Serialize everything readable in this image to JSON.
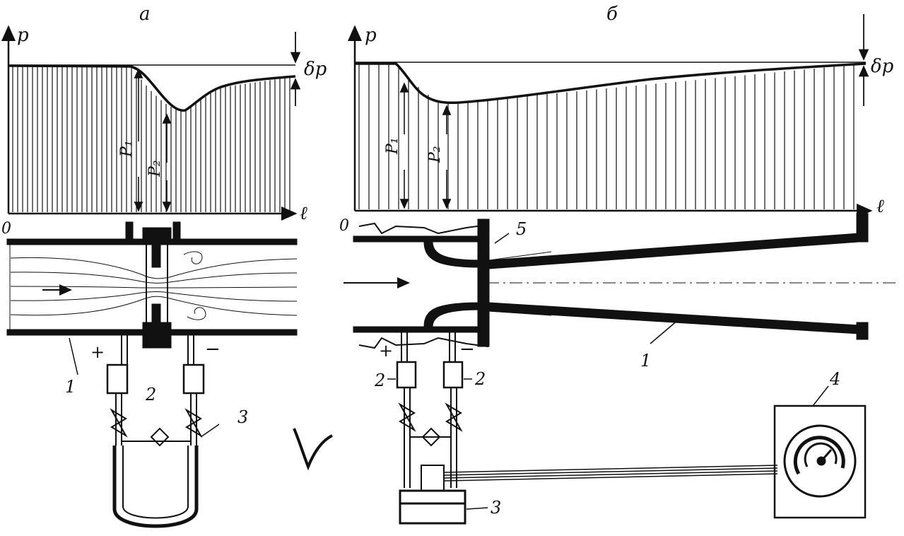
{
  "panels": [
    {
      "id": "a",
      "caption": "а",
      "axis_y": "p",
      "axis_x": "ℓ",
      "origin": "0",
      "dp": "δp",
      "p1": "P₁",
      "p2": "P₂",
      "plus": "+",
      "minus": "−",
      "numbers": [
        "1",
        "2",
        "3"
      ]
    },
    {
      "id": "b",
      "caption": "б",
      "axis_y": "p",
      "axis_x": "ℓ",
      "origin": "0",
      "dp": "δp",
      "p1": "P₁",
      "p2": "P₂",
      "plus": "+",
      "minus": "−",
      "numbers": [
        "5",
        "1",
        "2",
        "2",
        "4",
        "3"
      ]
    }
  ],
  "colors": {
    "ink": "#111111",
    "paper": "#ffffff"
  },
  "icons": [
    "flow-arrow-icon",
    "valve-icon",
    "manometer-icon",
    "dial-gauge-icon"
  ]
}
